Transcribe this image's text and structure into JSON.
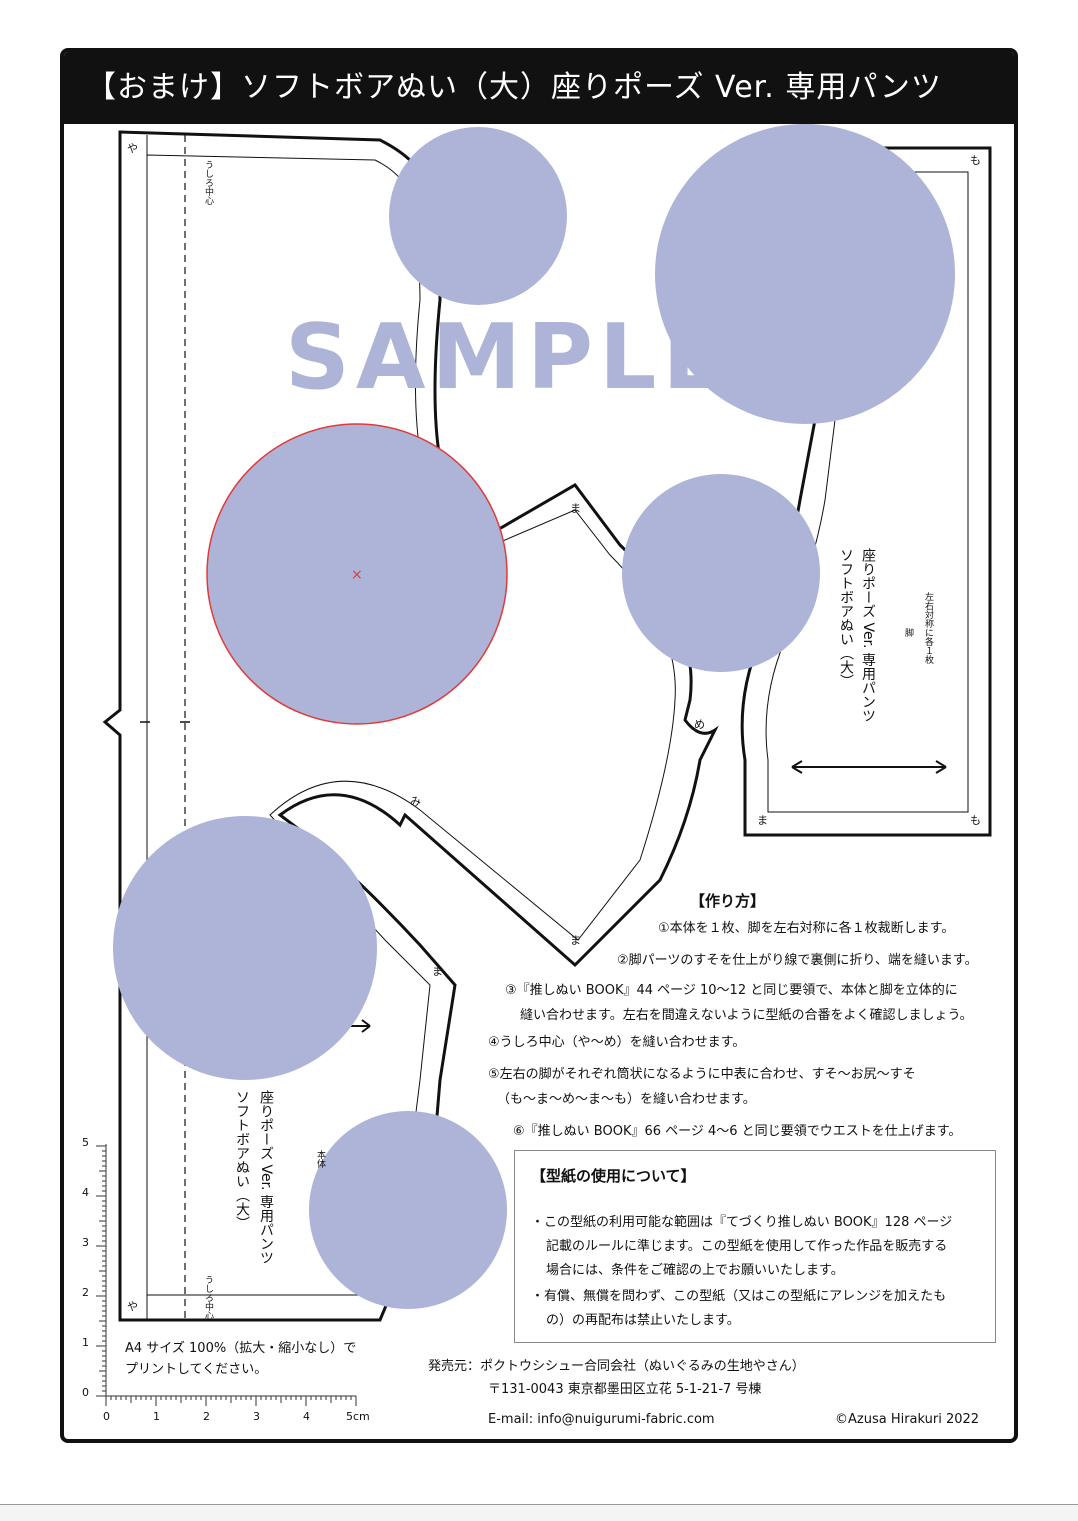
{
  "title": "【おまけ】ソフトボアぬい（大）座りポーズ Ver. 専用パンツ",
  "watermark": "SAMPLE",
  "colors": {
    "watermark": "#aeb4d8",
    "circle": "#aeb4d8",
    "title_bar": "#111111",
    "accent_red": "#e03a3a"
  },
  "pieces": {
    "body_label_name": "ソフトボアぬい（大）",
    "body_label_pose": "座りポーズ Ver. 専用パンツ",
    "body_small": "本体",
    "leg_label_name": "ソフトボアぬい（大）",
    "leg_label_pose": "座りポーズ Ver. 専用パンツ",
    "leg_small_1": "脚",
    "leg_small_2": "左右対称に各１枚",
    "center_back": "うしろ中心"
  },
  "marks": {
    "ya": "や",
    "ma": "ま",
    "me": "め",
    "mo": "も",
    "mi": "み"
  },
  "howto": {
    "title": "【作り方】",
    "steps": [
      "①本体を１枚、脚を左右対称に各１枚裁断します。",
      "②脚パーツのすそを仕上がり線で裏側に折り、端を縫います。",
      "③『推しぬい BOOK』44 ページ 10～12 と同じ要領で、本体と脚を立体的に",
      "縫い合わせます。左右を間違えないように型紙の合番をよく確認しましょう。",
      "④うしろ中心（や～め）を縫い合わせます。",
      "⑤左右の脚がそれぞれ筒状になるように中表に合わせ、すそ～お尻～すそ",
      "（も～ま～め～ま～も）を縫い合わせます。",
      "⑥『推しぬい BOOK』66 ページ 4～6 と同じ要領でウエストを仕上げます。"
    ]
  },
  "usage": {
    "title": "【型紙の使用について】",
    "lines": [
      "・この型紙の利用可能な範囲は『てづくり推しぬい BOOK』128 ページ",
      "記載のルールに準じます。この型紙を使用して作った作品を販売する",
      "場合には、条件をご確認の上でお願いいたします。",
      "・有償、無償を問わず、この型紙（又はこの型紙にアレンジを加えたも",
      "の）の再配布は禁止いたします。"
    ]
  },
  "print_note": [
    "A4 サイズ 100%（拡大・縮小なし）で",
    "プリントしてください。"
  ],
  "ruler": {
    "labels": [
      "0",
      "1",
      "2",
      "3",
      "4",
      "5cm"
    ],
    "vlabels": [
      "0",
      "1",
      "2",
      "3",
      "4",
      "5"
    ]
  },
  "publisher": {
    "label": "発売元：ポクトウシシュー合同会社（ぬいぐるみの生地やさん）",
    "address": "〒131-0043 東京都墨田区立花 5-1-21-7 号棟",
    "email": "E-mail: info@nuigurumi-fabric.com",
    "copyright": "©Azusa Hirakuri 2022"
  }
}
